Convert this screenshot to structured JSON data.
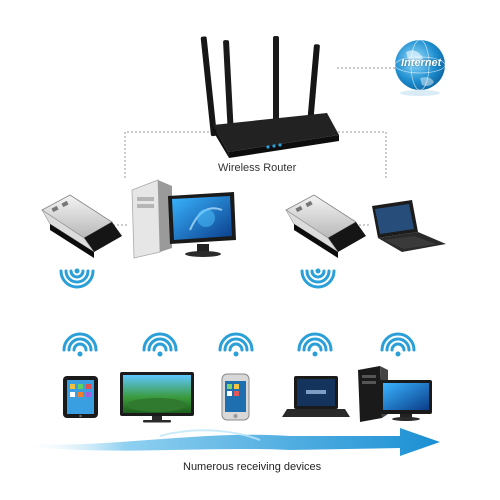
{
  "labels": {
    "internet": "Internet",
    "wireless_router": "Wireless Router",
    "receiving_devices": "Numerous receiving devices"
  },
  "icons": {
    "router": "wireless-router-icon",
    "globe": "internet-globe-icon",
    "usb_adapter": "usb-wifi-adapter-icon",
    "wifi": "wifi-signal-icon",
    "desktop": "desktop-computer-icon",
    "laptop": "laptop-icon",
    "tablet": "tablet-icon",
    "tv": "tv-icon",
    "phone": "smartphone-icon",
    "arrow": "direction-arrow-icon"
  },
  "colors": {
    "accent_blue": "#2a9fd8",
    "dark_device": "#1c1c1c",
    "dotted_line": "#9a9a9a"
  }
}
